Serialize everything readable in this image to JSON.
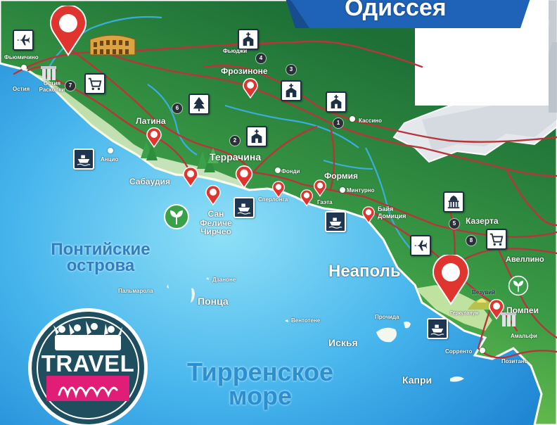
{
  "map": {
    "banner_title": "Одиссея",
    "logo_text": "TRAVEL",
    "logo_script": "inn",
    "colors": {
      "sea": "#2e9fe3",
      "land_light": "#8fd45a",
      "land_dark": "#1f7a3a",
      "road": "#c0392b",
      "pin": "#e0342f",
      "banner": "#1f63b8",
      "logo_ring": "#1f4f5f",
      "logo_band": "#e01e78"
    },
    "cities": {
      "fiumicino": "Фьюмичино",
      "ostia": "Остия",
      "ostia_ruins": "Остия Раскопки",
      "fiuggi": "Фьюджи",
      "frosinone": "Фрозиноне",
      "cassino": "Кассино",
      "latina": "Латина",
      "anzio": "Анцио",
      "sabaudia": "Сабаудия",
      "terracina": "Террачина",
      "fondi": "Фонди",
      "formia": "Формия",
      "minturno": "Минтурно",
      "sperlonga": "Сперлонга",
      "gaeta": "Гаэта",
      "san_felice": "Сан Феличе Чирчео",
      "baia": "Байя Домиция",
      "caserta": "Казерта",
      "naples": "Неаполь",
      "avellino": "Авеллино",
      "vesuvius": "Везувий",
      "pompei": "Помпеи",
      "ercolano": "Геркуланум",
      "amalfi": "Амальфи",
      "sorrento": "Сорренто",
      "positano": "Позитано",
      "procida": "Прочида",
      "ischia": "Искья",
      "capri": "Капри",
      "ventotene": "Вентотене",
      "zannone": "Дзаноне",
      "palmarola": "Пальмарола",
      "ponza": "Понца"
    },
    "regions": {
      "pontine": "Понтийские острова",
      "tyrrhenian": "Тирренское море"
    },
    "numbers": [
      "1",
      "2",
      "3",
      "4",
      "5",
      "6",
      "7",
      "8"
    ],
    "icons": [
      "airplane-icon",
      "church-icon",
      "shopping-cart-icon",
      "tree-icon",
      "ship-icon",
      "eco-leaf-icon",
      "colosseum-icon",
      "temple-icon",
      "ruins-icon"
    ]
  }
}
